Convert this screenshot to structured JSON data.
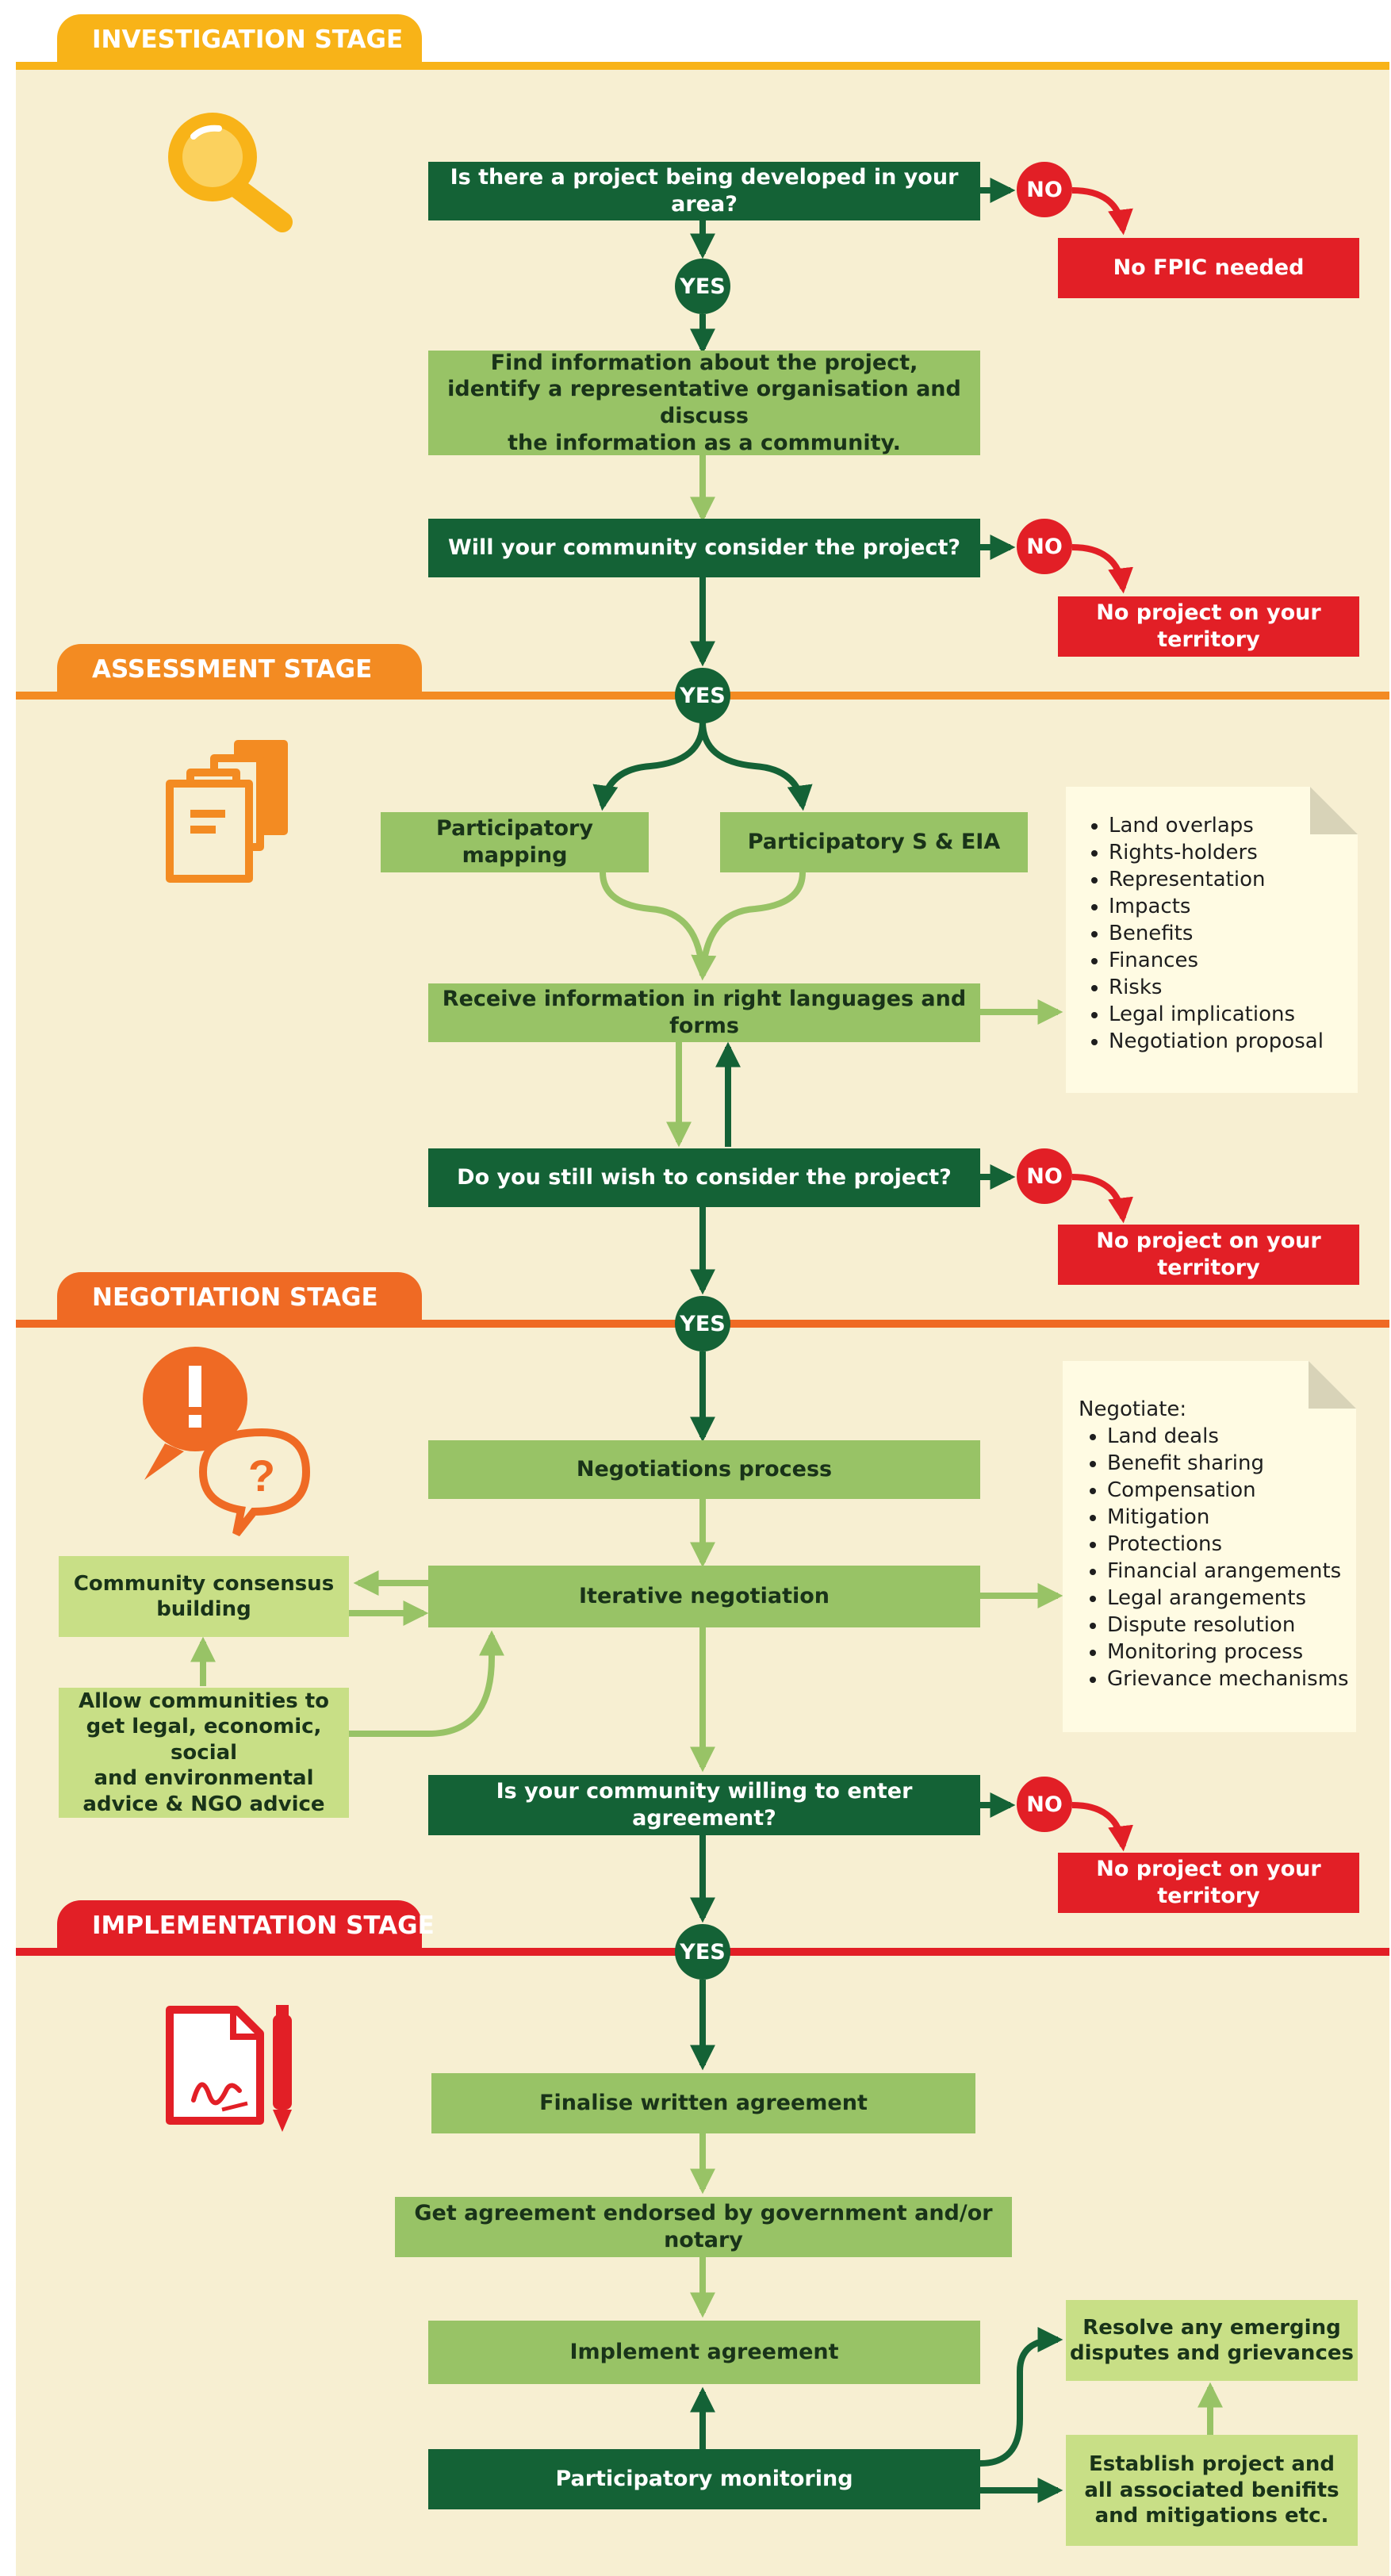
{
  "colors": {
    "investigation": "#f8b318",
    "assessment": "#f38b22",
    "negotiation": "#ef6a24",
    "implementation": "#e21f26",
    "dark_green": "#146236",
    "mid_green": "#98c366",
    "pale_green": "#c8df86",
    "band": "#f7efd2"
  },
  "stages": {
    "investigation": "INVESTIGATION STAGE",
    "assessment": "ASSESSMENT STAGE",
    "negotiation": "NEGOTIATION STAGE",
    "implementation": "IMPLEMENTATION STAGE"
  },
  "icons": {
    "investigation": "magnifying-glass-icon",
    "assessment": "documents-icon",
    "negotiation": "speech-bubbles-icon",
    "implementation": "signed-document-pen-icon"
  },
  "labels": {
    "yes": "YES",
    "no": "NO"
  },
  "investigation": {
    "q1": "Is there a project being developed in your area?",
    "no_fpic": "No FPIC needed",
    "find_info": "Find information about the project,\nidentify a representative organisation and discuss\nthe information as a community.",
    "q2": "Will your community consider the project?",
    "no_project": "No project on your territory"
  },
  "assessment": {
    "mapping": "Participatory mapping",
    "seia": "Participatory S & EIA",
    "receive": "Receive information in right languages and forms",
    "checklist": [
      "Land overlaps",
      "Rights-holders",
      "Representation",
      "Impacts",
      "Benefits",
      "Finances",
      "Risks",
      "Legal implications",
      "Negotiation proposal"
    ],
    "q3": "Do you still wish to consider the project?",
    "no_project": "No project on your territory"
  },
  "negotiation": {
    "process": "Negotiations process",
    "iterative": "Iterative negotiation",
    "consensus": "Community consensus\nbuilding",
    "advice": "Allow communities to\nget legal, economic, social\nand environmental\nadvice & NGO advice",
    "note_title": "Negotiate:",
    "topics": [
      "Land deals",
      "Benefit sharing",
      "Compensation",
      "Mitigation",
      "Protections",
      "Financial arangements",
      "Legal arangements",
      "Dispute resolution",
      "Monitoring process",
      "Grievance mechanisms"
    ],
    "q4": "Is your community willing to enter agreement?",
    "no_project": "No project on your territory"
  },
  "implementation": {
    "finalise": "Finalise written agreement",
    "endorse": "Get agreement endorsed by government and/or notary",
    "implement": "Implement agreement",
    "monitoring": "Participatory monitoring",
    "resolve": "Resolve any emerging\ndisputes and grievances",
    "establish": "Establish project and\nall associated benifits\nand mitigations etc."
  }
}
